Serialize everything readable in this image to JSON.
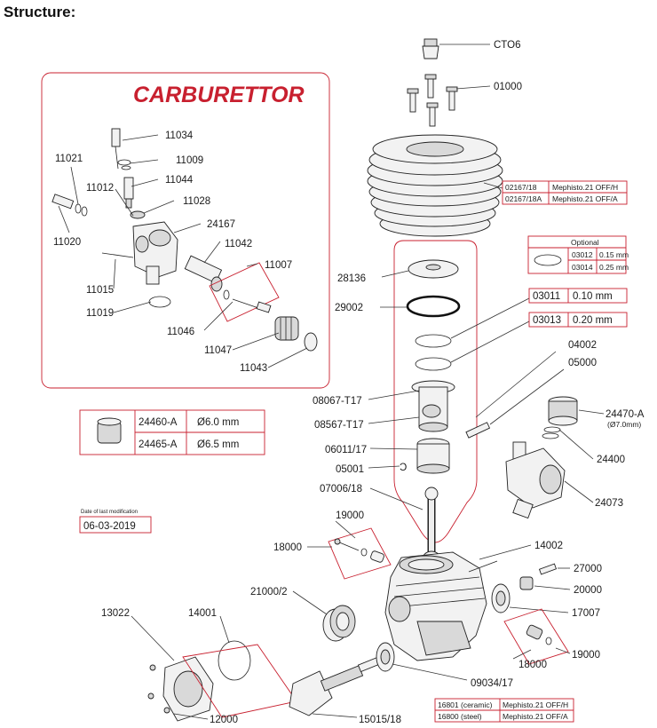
{
  "heading": "Structure:",
  "carburettor_title": "CARBURETTOR",
  "labels": {
    "cto6": "CTO6",
    "p01000": "01000",
    "p11034": "11034",
    "p11009": "11009",
    "p11021": "11021",
    "p11044": "11044",
    "p11012": "11012",
    "p11028": "11028",
    "p24167": "24167",
    "p11020": "11020",
    "p11042": "11042",
    "p11007": "11007",
    "p11015": "11015",
    "p11019": "11019",
    "p11046": "11046",
    "p11047": "11047",
    "p11043": "11043",
    "p28136": "28136",
    "p29002": "29002",
    "p04002": "04002",
    "p05000": "05000",
    "p08067": "08067-T17",
    "p08567": "08567-T17",
    "p24470": "24470-A",
    "p24470sub": "(Ø7.0mm)",
    "p06011": "06011/17",
    "p24400": "24400",
    "p05001": "05001",
    "p07006": "07006/18",
    "p24073": "24073",
    "p19000a": "19000",
    "p18000a": "18000",
    "p14002": "14002",
    "p27000": "27000",
    "p21000": "21000/2",
    "p20000": "20000",
    "p13022": "13022",
    "p14001": "14001",
    "p17007": "17007",
    "p18000b": "18000",
    "p19000b": "19000",
    "p09034": "09034/17",
    "p15015": "15015/18",
    "p12000": "12000"
  },
  "head_table": [
    {
      "code": "02167/18",
      "desc": "Mephisto.21 OFF/H"
    },
    {
      "code": "02167/18A",
      "desc": "Mephisto.21 OFF/A"
    }
  ],
  "optional": {
    "title": "Optional",
    "rows": [
      {
        "code": "03012",
        "value": "0.15  mm"
      },
      {
        "code": "03014",
        "value": "0.25 mm"
      }
    ]
  },
  "shim_03011": {
    "code": "03011",
    "value": "0.10  mm"
  },
  "shim_03013": {
    "code": "03013",
    "value": "0.20 mm"
  },
  "insert_table": [
    {
      "code": "24460-A",
      "size": "Ø6.0 mm"
    },
    {
      "code": "24465-A",
      "size": "Ø6.5 mm"
    }
  ],
  "modification": {
    "caption": "Date of last modification",
    "date": "06-03-2019"
  },
  "crank_table": [
    {
      "code": "16801 (ceramic)",
      "desc": "Mephisto.21 OFF/H"
    },
    {
      "code": "16800 (steel)",
      "desc": "Mephisto.21 OFF/A"
    }
  ],
  "colors": {
    "accent": "#c8202f",
    "line": "#222222"
  }
}
